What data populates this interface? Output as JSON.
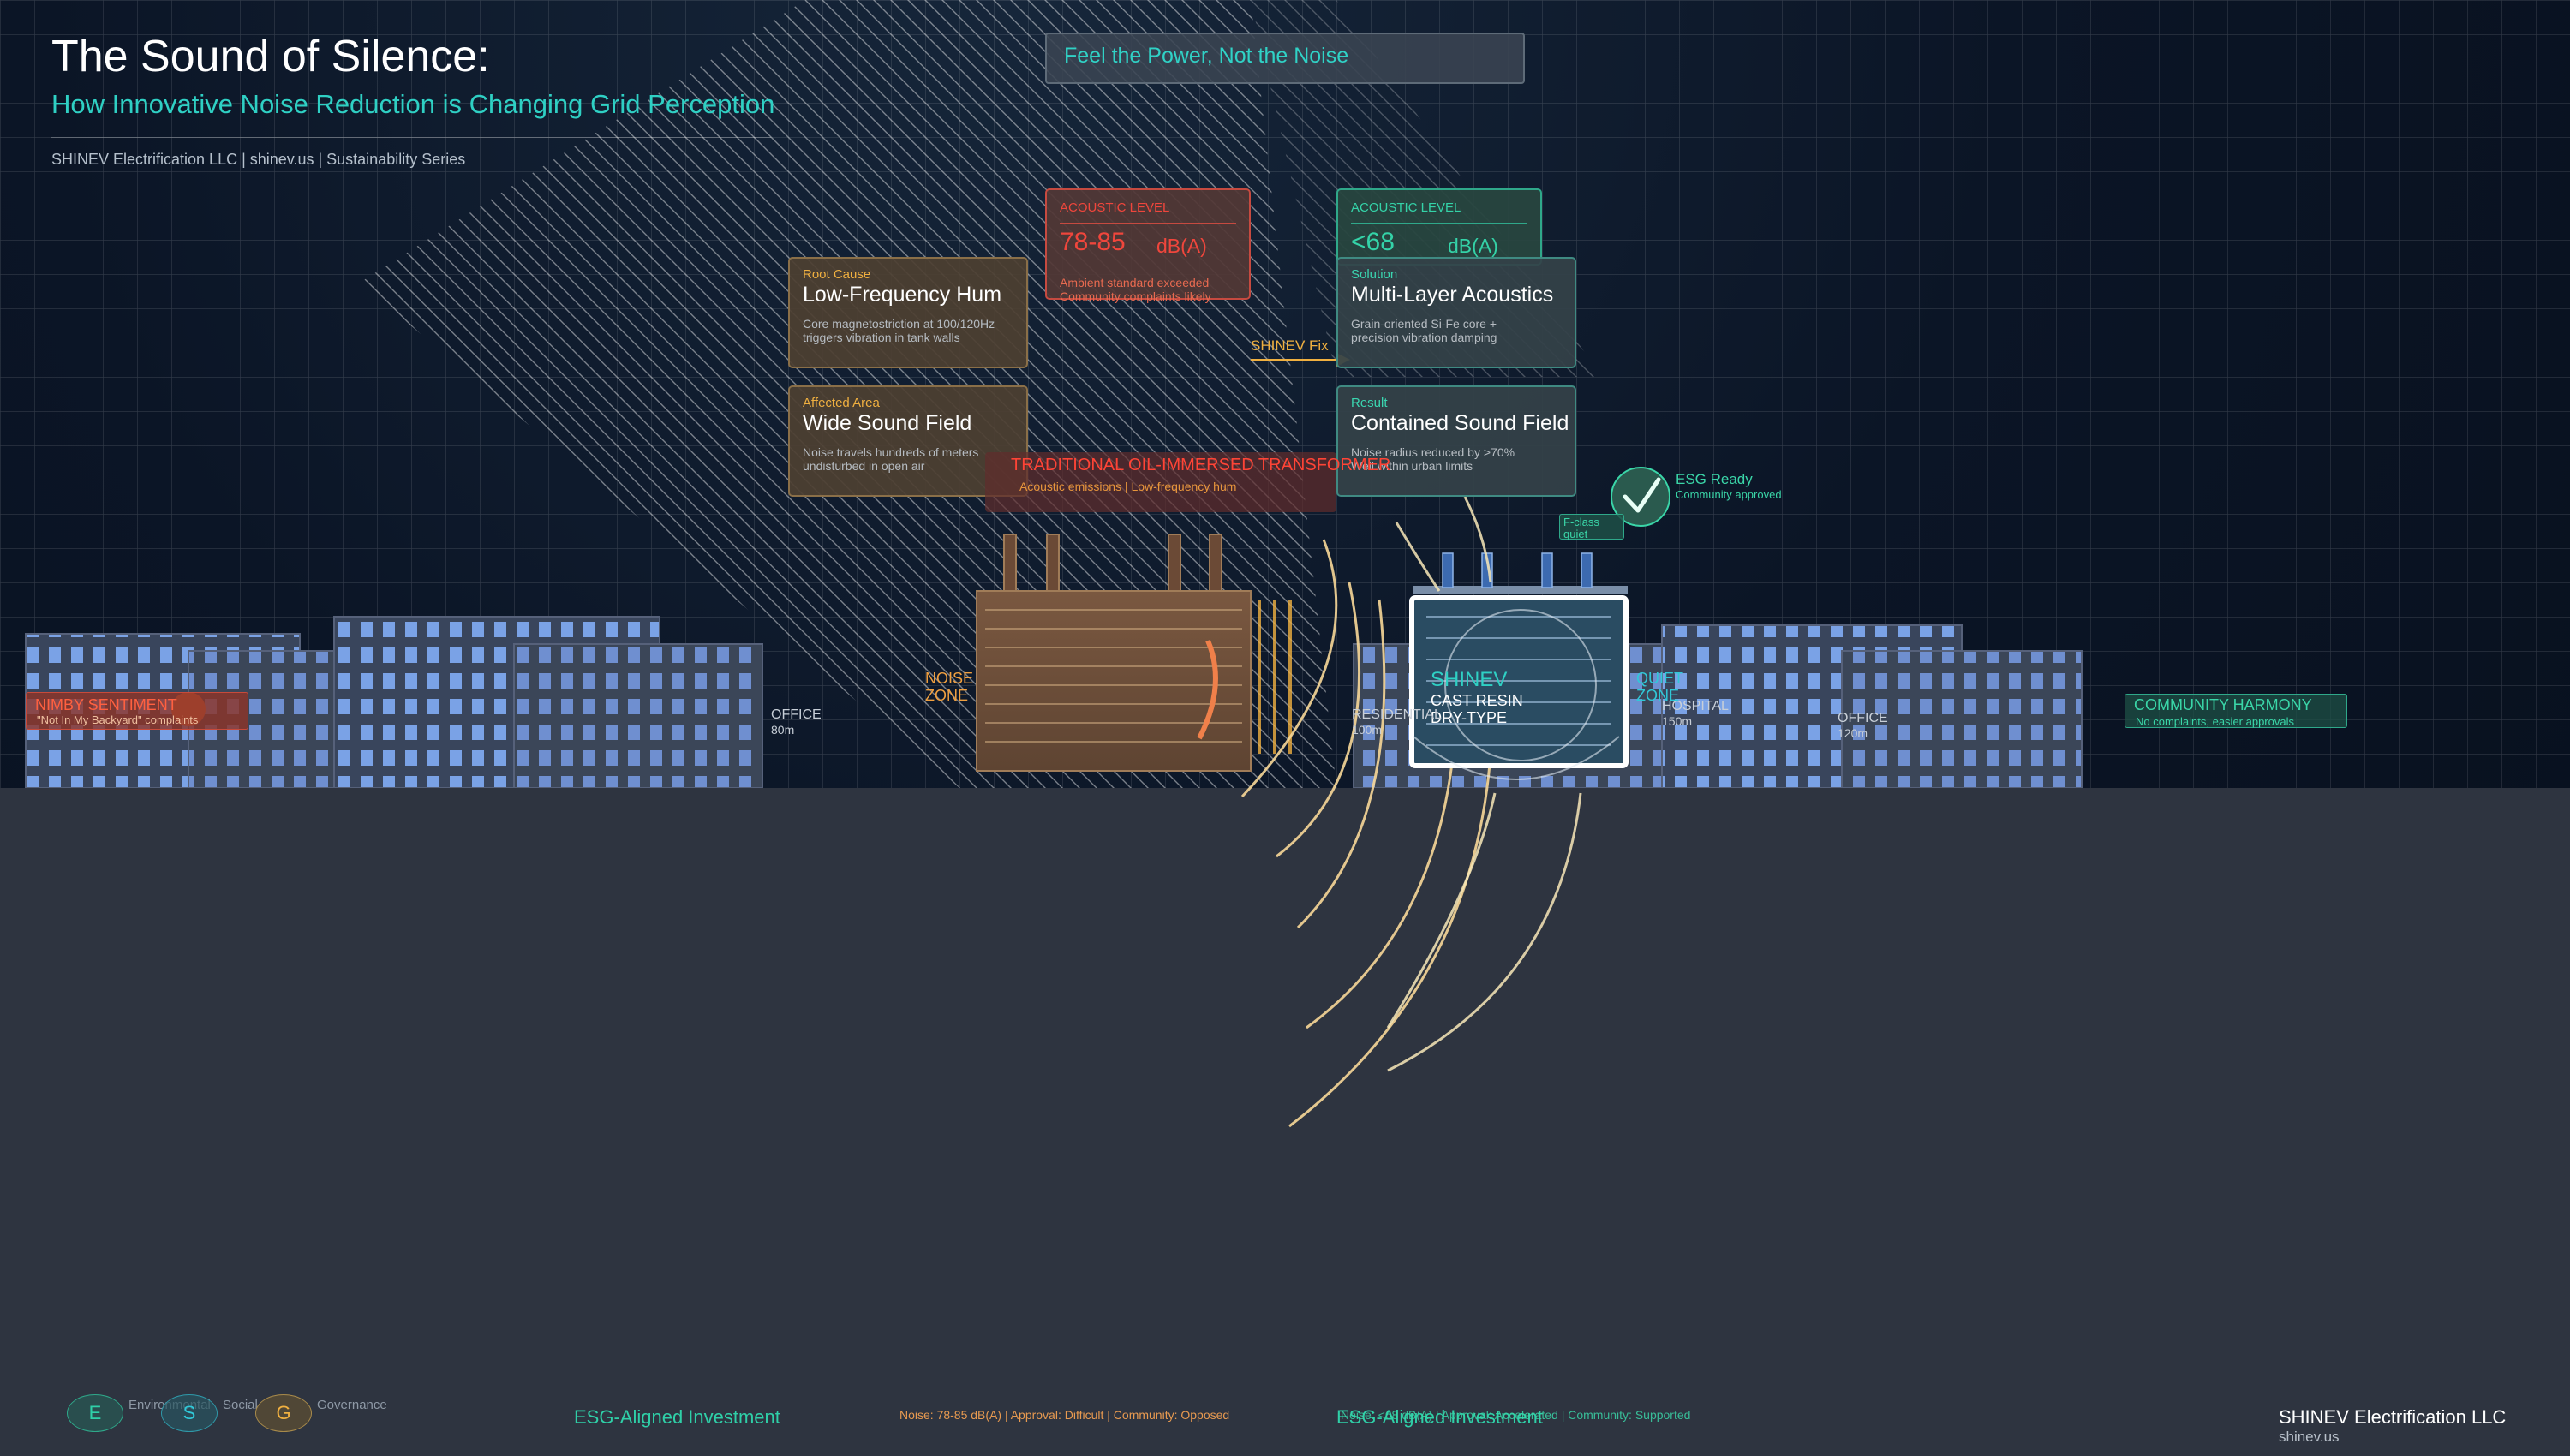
{
  "header": {
    "title": "The Sound of Silence:",
    "subtitle": "How Innovative Noise Reduction is Changing Grid Perception",
    "byline": "SHINEV Electrification LLC  |  shinev.us  |  Sustainability Series"
  },
  "tagline": "Feel the Power, Not the Noise",
  "acoustic_before": {
    "label": "ACOUSTIC LEVEL",
    "value": "78-85",
    "unit": "dB(A)",
    "note_1": "Ambient standard exceeded",
    "note_2": "Community complaints likely"
  },
  "acoustic_after": {
    "label": "ACOUSTIC LEVEL",
    "value": "<68",
    "unit": "dB(A)"
  },
  "cards": {
    "root_cause": {
      "label": "Root Cause",
      "heading": "Low-Frequency Hum",
      "desc_1": "Core magnetostriction at 100/120Hz",
      "desc_2": "triggers vibration in tank walls"
    },
    "affected_area": {
      "label": "Affected Area",
      "heading": "Wide Sound Field",
      "desc_1": "Noise travels hundreds of meters",
      "desc_2": "undisturbed in open air"
    },
    "solution": {
      "label": "Solution",
      "heading": "Multi-Layer Acoustics",
      "desc_1": "Grain-oriented Si-Fe core +",
      "desc_2": "precision vibration damping"
    },
    "result": {
      "label": "Result",
      "heading": "Contained Sound Field",
      "desc_1": "Noise radius reduced by >70%",
      "desc_2": "Well within urban limits"
    }
  },
  "fix_label": "SHINEV Fix",
  "traditional": {
    "label": "TRADITIONAL OIL-IMMERSED TRANSFORMER",
    "sub": "Acoustic emissions  |  Low-frequency hum"
  },
  "noise_zone": {
    "line_1": "NOISE",
    "line_2": "ZONE"
  },
  "quiet_zone": {
    "line_1": "QUIET",
    "line_2": "ZONE"
  },
  "esg_ready": {
    "title": "ESG Ready",
    "sub": "Community approved"
  },
  "f_class": {
    "line_1": "F-class",
    "line_2": "quiet"
  },
  "shinev_unit": {
    "name": "SHINEV",
    "line_1": "CAST RESIN",
    "line_2": "DRY-TYPE"
  },
  "nimby": {
    "title": "NIMBY SENTIMENT",
    "quote": "\"Not In My Backyard\" complaints"
  },
  "harmony": {
    "title": "COMMUNITY HARMONY",
    "sub": "No complaints, easier approvals"
  },
  "buildings": [
    {
      "name": "OFFICE",
      "dist": "80m"
    },
    {
      "name": "RESIDENTIAL",
      "dist": "100m"
    },
    {
      "name": "HOSPITAL",
      "dist": "150m"
    },
    {
      "name": "OFFICE",
      "dist": "120m"
    }
  ],
  "footer": {
    "esg": [
      {
        "letter": "E",
        "word": "Environmental",
        "color": "#2fd0a8"
      },
      {
        "letter": "S",
        "word": "Social",
        "color": "#30c8d8"
      },
      {
        "letter": "G",
        "word": "Governance",
        "color": "#f0b040"
      }
    ],
    "investment": "ESG-Aligned Investment",
    "before_stats": "Noise: 78-85 dB(A)  |  Approval: Difficult  |  Community: Opposed",
    "after_stats": "Noise: <68 dB(A)  |  Approval: Accelerated  |  Community: Supported",
    "company": "SHINEV Electrification LLC",
    "url": "shinev.us"
  },
  "colors": {
    "accent": "#2fd0c4",
    "warning": "#f0463c",
    "ok": "#34d3a8",
    "warm": "#f0b040",
    "ground": "#2e3440"
  }
}
